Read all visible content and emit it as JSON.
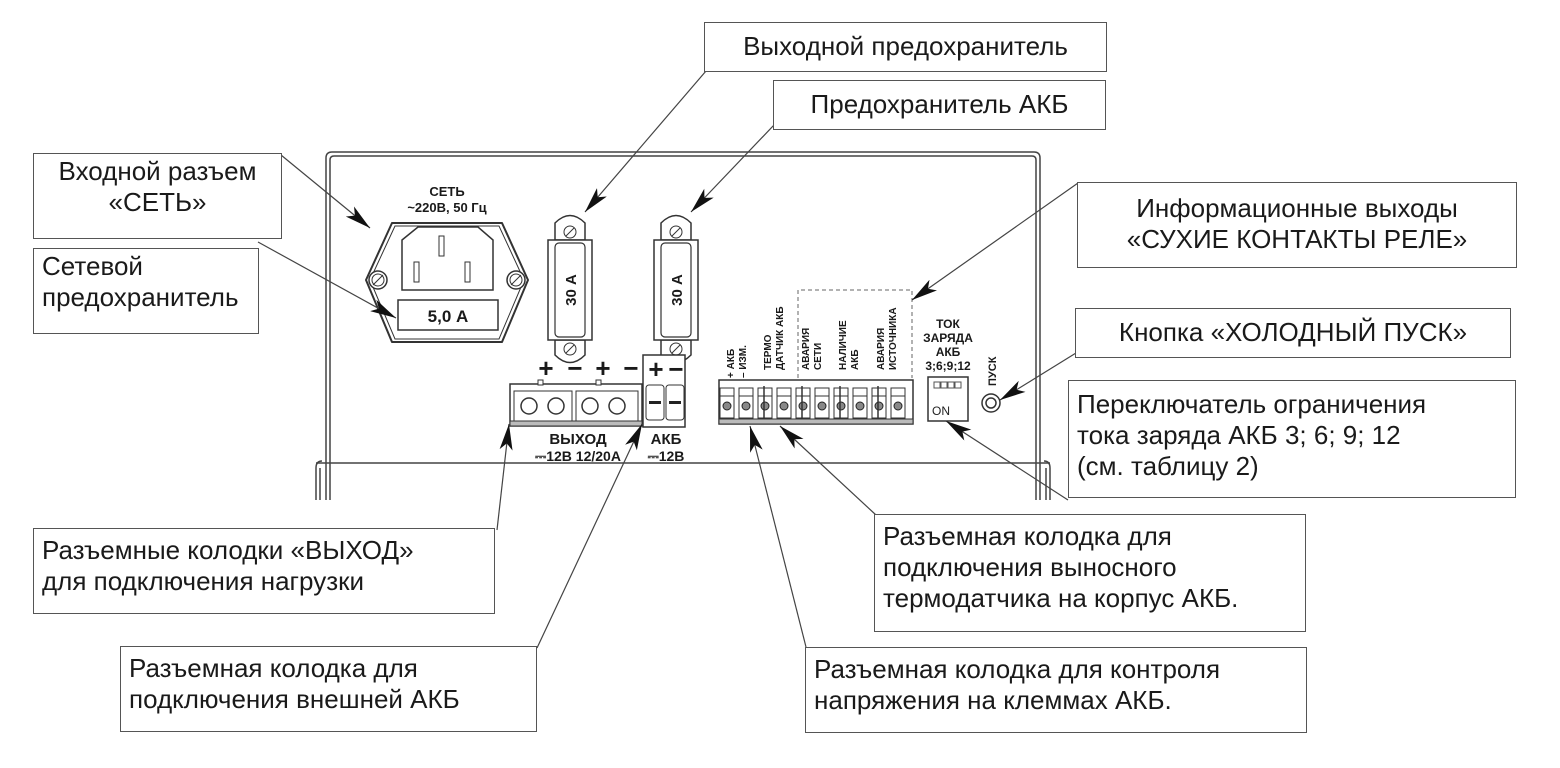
{
  "callouts": {
    "input_connector": {
      "line1": "Входной разъем",
      "line2": "«СЕТЬ»"
    },
    "mains_fuse": {
      "line1": "Сетевой",
      "line2": "предохранитель"
    },
    "output_fuse": {
      "line1": "Выходной предохранитель"
    },
    "battery_fuse": {
      "line1": "Предохранитель АКБ"
    },
    "relay_outputs": {
      "line1": "Информационные выходы",
      "line2": "«СУХИЕ КОНТАКТЫ РЕЛЕ»"
    },
    "cold_start": {
      "line1": "Кнопка «ХОЛОДНЫЙ ПУСК»"
    },
    "charge_switch": {
      "line1": "Переключатель  ограничения",
      "line2": "тока заряда АКБ 3; 6; 9; 12",
      "line3": "(см. таблицу 2)"
    },
    "output_terminals": {
      "line1": "Разъемные колодки «ВЫХОД»",
      "line2": "для подключения нагрузки"
    },
    "battery_terminal": {
      "line1": "Разъемная колодка для",
      "line2": "подключения внешней АКБ"
    },
    "thermo_terminal": {
      "line1": "Разъемная колодка для",
      "line2": "подключения выносного",
      "line3": "термодатчика на корпус АКБ."
    },
    "voltage_terminal": {
      "line1": "Разъемная колодка для контроля",
      "line2": "напряжения на клеммах АКБ."
    }
  },
  "panel": {
    "mains_label": "СЕТЬ",
    "mains_spec": "~220В, 50 Гц",
    "mains_fuse_value": "5,0 А",
    "fuse1_value": "30 А",
    "fuse2_value": "30 А",
    "output_polarity": [
      "+",
      "−",
      "+",
      "−"
    ],
    "output_label": "ВЫХОД",
    "output_spec": "⎓12В 12/20А",
    "battery_polarity": [
      "+",
      "−"
    ],
    "battery_label": "АКБ",
    "battery_spec": "⎓12В",
    "terminal_labels": {
      "akb_plus": "+ АКБ",
      "izm_minus": "– ИЗМ.",
      "thermo1": "ТЕРМО",
      "thermo2": "ДАТЧИК АКБ",
      "fail_net1": "АВАРИЯ",
      "fail_net2": "СЕТИ",
      "presence1": "НАЛИЧИЕ",
      "presence2": "АКБ",
      "fail_src1": "АВАРИЯ",
      "fail_src2": "ИСТОЧНИКА"
    },
    "charge_current_title": [
      "ТОК",
      "ЗАРЯДА",
      "АКБ",
      "3;6;9;12"
    ],
    "dip_on_label": "ON",
    "start_label": "ПУСК"
  }
}
